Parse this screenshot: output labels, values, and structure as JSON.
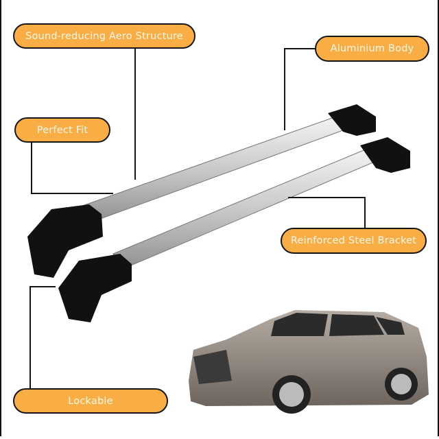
{
  "labels": {
    "aero": "Sound-reducing Aero Structure",
    "fit": "Perfect Fit",
    "aluminium": "Aluminium Body",
    "bracket": "Reinforced Steel Bracket",
    "lock": "Lockable"
  },
  "colors": {
    "pill": "#F9AE45",
    "outline": "#151515",
    "bar": "#d8d8d8",
    "foot": "#111111",
    "car": "#8a7f76"
  }
}
